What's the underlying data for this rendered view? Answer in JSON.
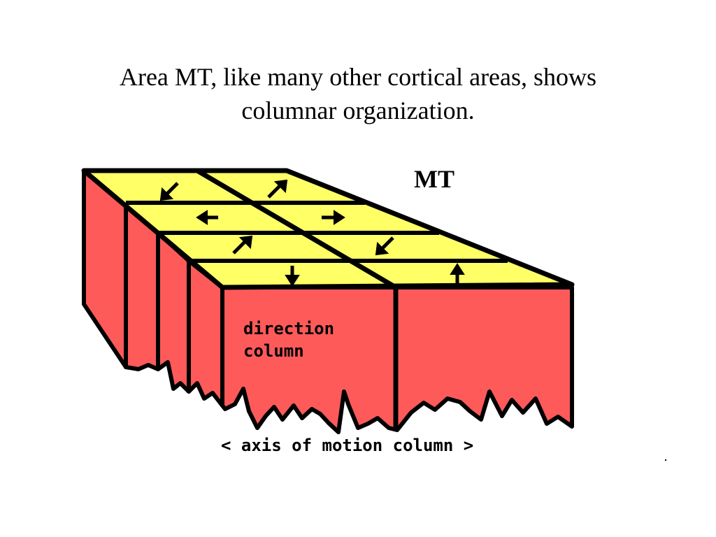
{
  "slide": {
    "title_line1": "Area MT, like many other cortical areas, shows",
    "title_line2": "columnar organization."
  },
  "diagram": {
    "area_label": "MT",
    "direction_column_line1": "direction",
    "direction_column_line2": "column",
    "axis_label": "< axis of motion column >",
    "colors": {
      "top_surface": "#FFFF66",
      "side_surface": "#FF5A5A",
      "outline": "#000000"
    },
    "arrows": [
      {
        "row": 1,
        "col": 1,
        "direction": "down-left"
      },
      {
        "row": 1,
        "col": 2,
        "direction": "up-right"
      },
      {
        "row": 2,
        "col": 1,
        "direction": "left"
      },
      {
        "row": 2,
        "col": 2,
        "direction": "right"
      },
      {
        "row": 3,
        "col": 1,
        "direction": "up-right"
      },
      {
        "row": 3,
        "col": 2,
        "direction": "down-left"
      },
      {
        "row": 4,
        "col": 1,
        "direction": "down"
      },
      {
        "row": 4,
        "col": 2,
        "direction": "up"
      }
    ]
  }
}
